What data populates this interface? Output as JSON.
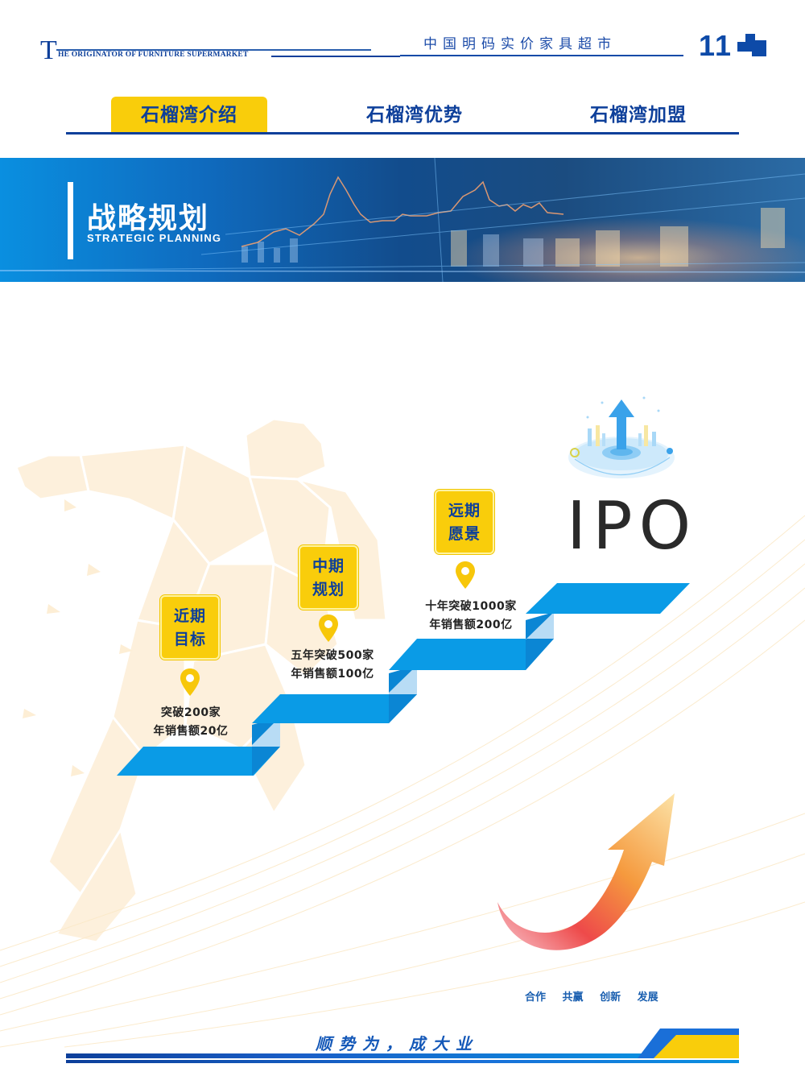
{
  "header": {
    "en_initial": "T",
    "en_rest": "HE ORIGINATOR OF FURNITURE SUPERMARKET",
    "cn_title": "中国明码实价家具超市",
    "page_number": "11",
    "logo_icon": "blocks-logo-icon"
  },
  "tabs": [
    {
      "label": "石榴湾介绍",
      "active": true
    },
    {
      "label": "石榴湾优势",
      "active": false
    },
    {
      "label": "石榴湾加盟",
      "active": false
    }
  ],
  "banner": {
    "title": "战略规划",
    "subtitle": "STRATEGIC PLANNING"
  },
  "roadmap": {
    "stages": [
      {
        "badge_line1": "近期",
        "badge_line2": "目标",
        "text_line1": "突破200家",
        "text_line2": "年销售额20亿"
      },
      {
        "badge_line1": "中期",
        "badge_line2": "规划",
        "text_line1": "五年突破500家",
        "text_line2": "年销售额100亿"
      },
      {
        "badge_line1": "远期",
        "badge_line2": "愿景",
        "text_line1": "十年突破1000家",
        "text_line2": "年销售额200亿"
      }
    ],
    "final_goal": "IPO"
  },
  "values": [
    "合作",
    "共赢",
    "创新",
    "发展"
  ],
  "footer": {
    "slogan": "顺势为，成大业"
  },
  "colors": {
    "brand_blue": "#0d3f9a",
    "accent_yellow": "#f9cd0b",
    "stair_blue": "#0a9be6",
    "stair_light": "#b8dcf5"
  }
}
